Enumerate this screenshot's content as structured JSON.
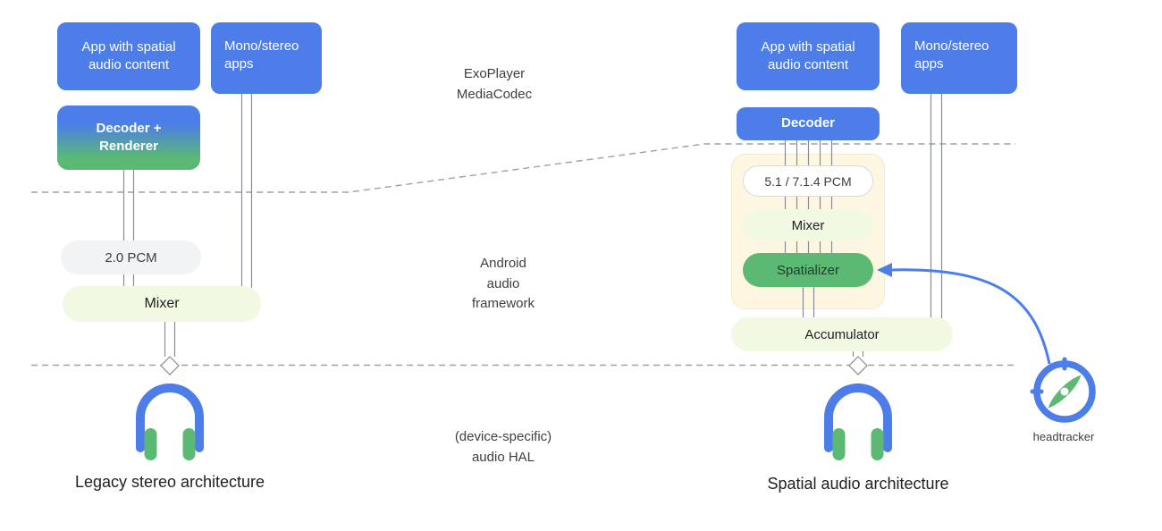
{
  "colors": {
    "blue": "#4C7DE9",
    "green": "#5BB974",
    "light_green": "#F2F9E2",
    "cream": "#FDF7E2",
    "gray_pill": "#F1F3F4",
    "line_gray": "#9AA0A6",
    "text_dark": "#202124",
    "text_mid": "#3C4043"
  },
  "left": {
    "app_box": "App with spatial audio content",
    "mono_box": "Mono/stereo apps",
    "decoder_renderer": "Decoder + Renderer",
    "pcm": "2.0 PCM",
    "mixer": "Mixer",
    "caption": "Legacy stereo architecture"
  },
  "middle": {
    "player": "ExoPlayer MediaCodec",
    "framework": "Android audio framework",
    "hal": "(device-specific) audio HAL"
  },
  "right": {
    "app_box": "App with spatial audio content",
    "mono_box": "Mono/stereo apps",
    "decoder": "Decoder",
    "pcm": "5.1 / 7.1.4 PCM",
    "mixer": "Mixer",
    "spatializer": "Spatializer",
    "accumulator": "Accumulator",
    "headtracker": "headtracker",
    "caption": "Spatial audio architecture"
  }
}
